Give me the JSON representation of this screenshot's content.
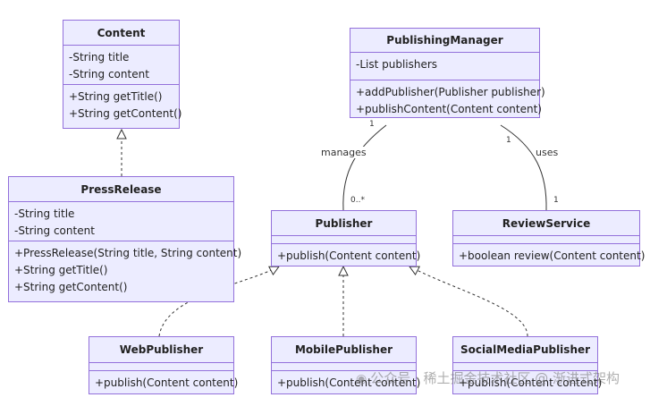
{
  "classes": {
    "content": {
      "name": "Content",
      "attributes": [
        "-String title",
        "-String content"
      ],
      "methods": [
        "+String getTitle()",
        "+String getContent()"
      ]
    },
    "press_release": {
      "name": "PressRelease",
      "attributes": [
        "-String title",
        "-String content"
      ],
      "methods": [
        "+PressRelease(String title, String content)",
        "+String getTitle()",
        "+String getContent()"
      ]
    },
    "publishing_manager": {
      "name": "PublishingManager",
      "attributes": [
        "-List publishers"
      ],
      "methods": [
        "+addPublisher(Publisher publisher)",
        "+publishContent(Content content)"
      ]
    },
    "publisher": {
      "name": "Publisher",
      "methods": [
        "+publish(Content content)"
      ]
    },
    "review_service": {
      "name": "ReviewService",
      "methods": [
        "+boolean review(Content content)"
      ]
    },
    "web_publisher": {
      "name": "WebPublisher",
      "methods": [
        "+publish(Content content)"
      ]
    },
    "mobile_publisher": {
      "name": "MobilePublisher",
      "methods": [
        "+publish(Content content)"
      ]
    },
    "social_media_publisher": {
      "name": "SocialMediaPublisher",
      "methods": [
        "+publish(Content content)"
      ]
    }
  },
  "relations": {
    "manages": {
      "label": "manages",
      "from_mult": "1",
      "to_mult": "0..*"
    },
    "uses": {
      "label": "uses",
      "from_mult": "1",
      "to_mult": "1"
    }
  },
  "colors": {
    "node_fill": "#ececff",
    "node_border": "#9370db",
    "edge": "#333333"
  },
  "watermark": {
    "icon": "wechat-icon",
    "text": "公众号 · 稀土掘金技术社区 @ 渐进式架构"
  }
}
